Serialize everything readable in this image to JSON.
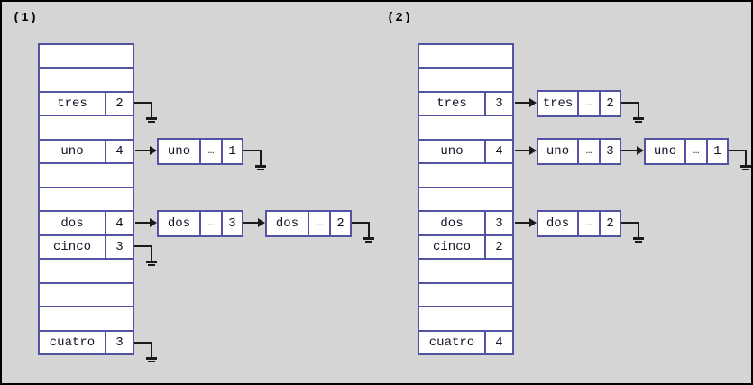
{
  "colors": {
    "background": "#d5d5d5",
    "box_border": "#5253a3",
    "connector_line": "#1a1a1a",
    "cell_background": "#ffffff",
    "text": "#14142a"
  },
  "icons": {
    "null_terminator": "electrical-ground-symbol",
    "pointer": "right-arrow"
  },
  "diagrams": [
    {
      "label": "(1)",
      "rows": [
        {},
        {},
        {
          "word": "tres",
          "count": "2"
        },
        {},
        {
          "word": "uno",
          "count": "4"
        },
        {},
        {},
        {
          "word": "dos",
          "count": "4"
        },
        {
          "word": "cinco",
          "count": "3"
        },
        {},
        {},
        {},
        {
          "word": "cuatro",
          "count": "3"
        }
      ],
      "nodes": [
        {
          "word": "uno",
          "dots": "…",
          "count": "1"
        },
        {
          "word": "dos",
          "dots": "…",
          "count": "3"
        },
        {
          "word": "dos",
          "dots": "…",
          "count": "2"
        }
      ]
    },
    {
      "label": "(2)",
      "rows": [
        {},
        {},
        {
          "word": "tres",
          "count": "3"
        },
        {},
        {
          "word": "uno",
          "count": "4"
        },
        {},
        {},
        {
          "word": "dos",
          "count": "3"
        },
        {
          "word": "cinco",
          "count": "2"
        },
        {},
        {},
        {},
        {
          "word": "cuatro",
          "count": "4"
        }
      ],
      "nodes": [
        {
          "word": "tres",
          "dots": "…",
          "count": "2"
        },
        {
          "word": "uno",
          "dots": "…",
          "count": "3"
        },
        {
          "word": "uno",
          "dots": "…",
          "count": "1"
        },
        {
          "word": "dos",
          "dots": "…",
          "count": "2"
        }
      ]
    }
  ]
}
